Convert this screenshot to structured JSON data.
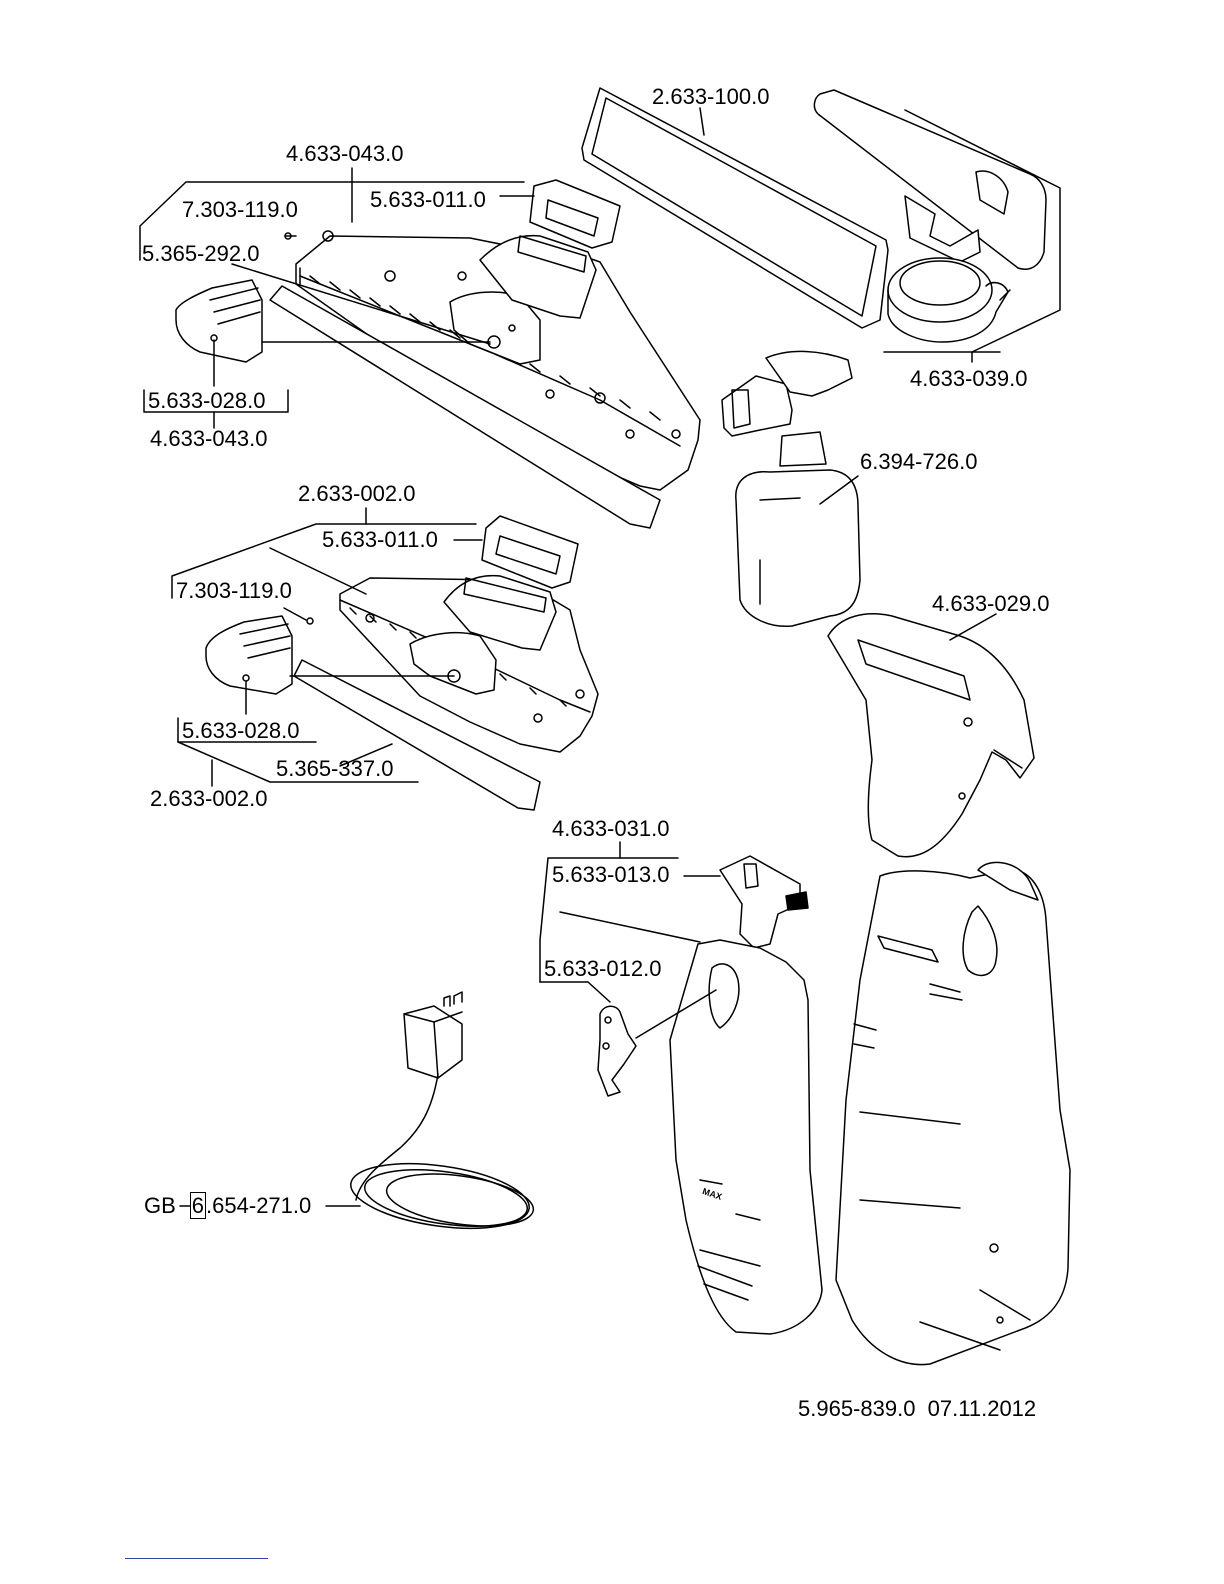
{
  "labels": {
    "l_2633_100": "2.633-100.0",
    "l_4633_043_top": "4.633-043.0",
    "l_7303_119_a": "7.303-119.0",
    "l_5633_011_a": "5.633-011.0",
    "l_5365_292": "5.365-292.0",
    "l_5633_028_a": "5.633-028.0",
    "l_4633_043_b": "4.633-043.0",
    "l_4633_039": "4.633-039.0",
    "l_6394_726": "6.394-726.0",
    "l_2633_002_top": "2.633-002.0",
    "l_5633_011_b": "5.633-011.0",
    "l_7303_119_b": "7.303-119.0",
    "l_4633_029": "4.633-029.0",
    "l_5633_028_b": "5.633-028.0",
    "l_5365_337": "5.365-337.0",
    "l_2633_002_b": "2.633-002.0",
    "l_4633_031": "4.633-031.0",
    "l_5633_013": "5.633-013.0",
    "l_5633_012": "5.633-012.0",
    "l_gb_prefix": "GB",
    "l_gb_box": "6",
    "l_gb_rest": ".654-271.0"
  },
  "footer": {
    "doc_number": "5.965-839.0",
    "date": "07.11.2012"
  },
  "device_text": "MAX"
}
